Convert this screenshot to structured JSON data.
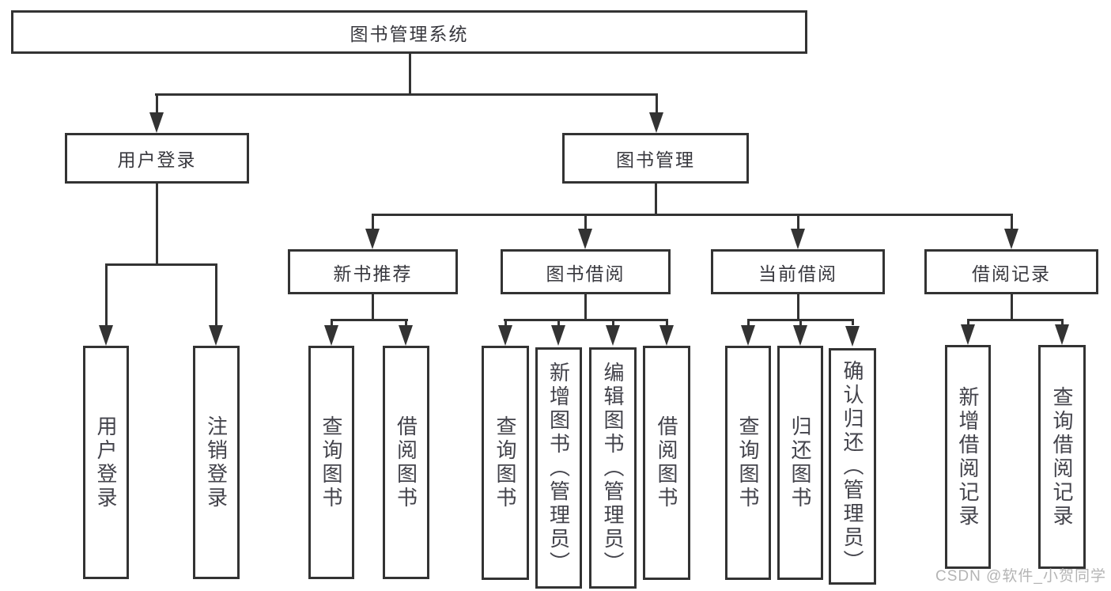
{
  "nodes": {
    "root": "图书管理系统",
    "user_login": "用户登录",
    "book_management": "图书管理",
    "new_book_recommend": "新书推荐",
    "book_borrow": "图书借阅",
    "current_borrow": "当前借阅",
    "borrow_record": "借阅记录"
  },
  "leaves": {
    "user": [
      "用户登录",
      "注销登录"
    ],
    "recommend": [
      "查询图书",
      "借阅图书"
    ],
    "borrow": [
      "查询图书",
      "新增图书（管理员）",
      "编辑图书（管理员）",
      "借阅图书"
    ],
    "current": [
      "查询图书",
      "归还图书",
      "确认归还（管理员）"
    ],
    "record": [
      "新增借阅记录",
      "查询借阅记录"
    ]
  },
  "watermark": "CSDN @软件_小贺同学",
  "colors": {
    "line": "#333333",
    "header_text": "#38383e",
    "leaf_text": "#43434b",
    "watermark": "#b4b4b4",
    "background": "#ffffff"
  }
}
